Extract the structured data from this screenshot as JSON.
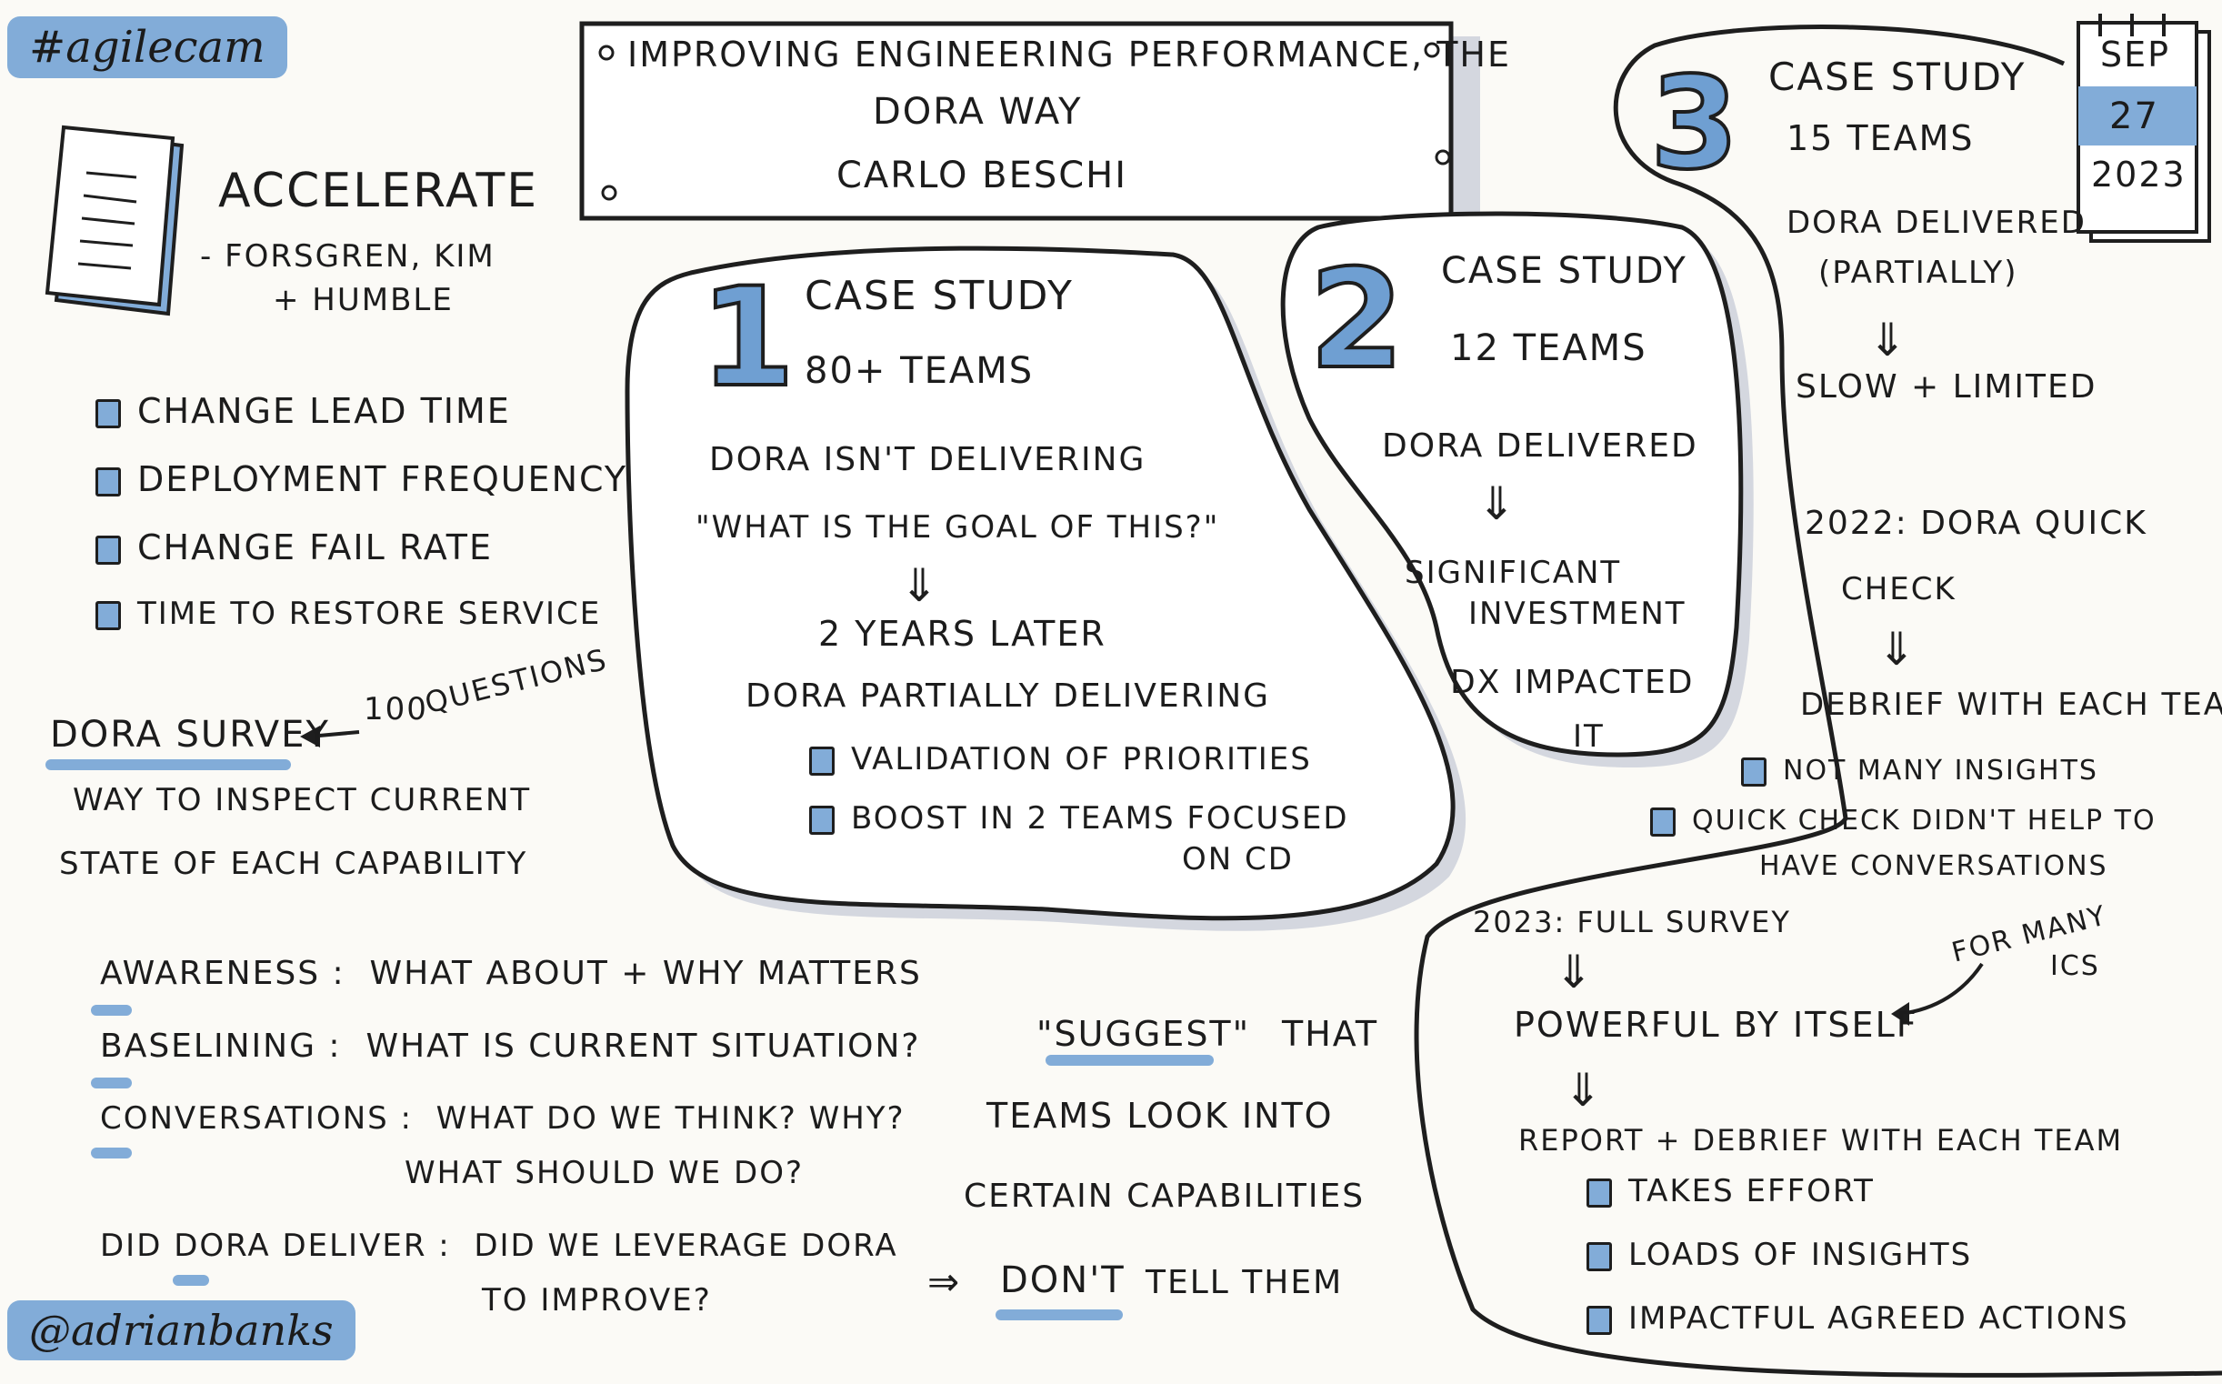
{
  "tags": {
    "hashtag": "#agilecam",
    "author": "@adrianbanks"
  },
  "title": {
    "line1": "Improving Engineering Performance, The",
    "line2": "Dora Way",
    "speaker": "Carlo Beschi"
  },
  "book": {
    "title": "Accelerate",
    "authors1": "- Forsgren, Kim",
    "authors2": "+ Humble"
  },
  "metrics": [
    "Change Lead Time",
    "Deployment Frequency",
    "Change Fail Rate",
    "Time to Restore Service"
  ],
  "survey": {
    "label": "Dora Survey",
    "note1": "100",
    "note2": "Questions",
    "desc1": "Way to inspect current",
    "desc2": "state of each capability"
  },
  "uses": [
    {
      "term": "Awareness :",
      "text": "What about + why matters"
    },
    {
      "term": "Baselining :",
      "text": "What is current situation?"
    },
    {
      "term": "Conversations :",
      "text": "What do we think? Why?"
    },
    {
      "term": "",
      "text": "What should we do?"
    },
    {
      "term": "Did Dora Deliver :",
      "text": "Did we leverage Dora"
    },
    {
      "term": "",
      "text": "to improve?"
    }
  ],
  "suggest": {
    "word": "\"Suggest\"",
    "that": "that",
    "l2": "teams look into",
    "l3": "certain capabilities",
    "dont": "Don't",
    "tell": "tell them",
    "arrow": "⇒"
  },
  "case1": {
    "num": "1",
    "title": "Case Study",
    "teams": "80+ Teams",
    "l1": "Dora isn't delivering",
    "l2": "\"What is the goal of this?\"",
    "arrow": "⇓",
    "l3": "2 years later",
    "l4": "Dora partially delivering",
    "b1": "Validation of priorities",
    "b2": "Boost in 2 teams focused",
    "b3": "on CD"
  },
  "case2": {
    "num": "2",
    "title": "Case Study",
    "teams": "12 Teams",
    "l1": "Dora delivered",
    "arrow": "⇓",
    "l2": "Significant",
    "l3": "Investment",
    "l4": "DX impacted",
    "l5": "it"
  },
  "case3": {
    "num": "3",
    "title": "Case Study",
    "teams": "15 Teams",
    "l1": "Dora Delivered",
    "l2": "(Partially)",
    "arrow": "⇓",
    "l3": "Slow + Limited",
    "l4": "2022: Dora Quick",
    "l5": "Check",
    "l6": "Debrief with each team",
    "b1": "Not many insights",
    "b2": "Quick check didn't help to",
    "b3": "have conversations",
    "l7": "2023: Full Survey",
    "l8": "Powerful by itself",
    "n1": "For many",
    "n2": "ICs",
    "l9": "Report + Debrief with each team",
    "c1": "Takes effort",
    "c2": "Loads of insights",
    "c3": "Impactful agreed actions"
  },
  "calendar": {
    "month": "Sep",
    "day": "27",
    "year": "2023"
  },
  "colors": {
    "accent": "#82acd8",
    "ink": "#1e1e1e",
    "paper": "#fbfaf6"
  }
}
